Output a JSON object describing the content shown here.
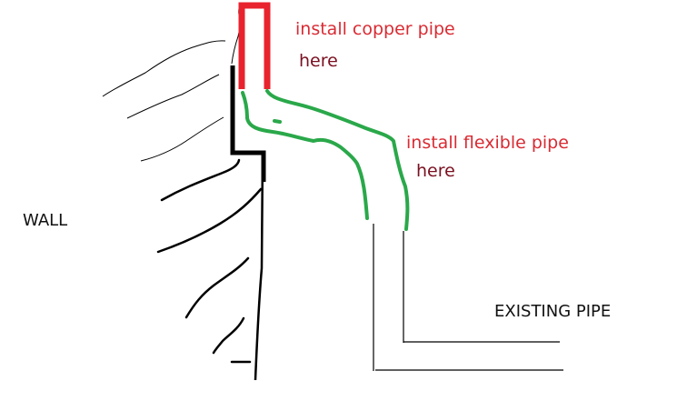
{
  "colors": {
    "copper_pipe": "#e8232d",
    "flexible_pipe": "#2aa84a",
    "wall": "#000000",
    "label_red": "#d92b33",
    "label_dark": "#7a1020"
  },
  "labels": {
    "copper_line1": "install copper pipe",
    "copper_line2": "here",
    "flexible_line1": "install flexible pipe",
    "flexible_line2": "here",
    "wall": "WALL",
    "existing_pipe": "EXISTING PIPE"
  },
  "icons": {
    "copper": "copper-pipe-u-shape",
    "flexible": "flexible-pipe-curves",
    "wall": "wall-hatching",
    "existing": "existing-pipe-l-lines"
  }
}
